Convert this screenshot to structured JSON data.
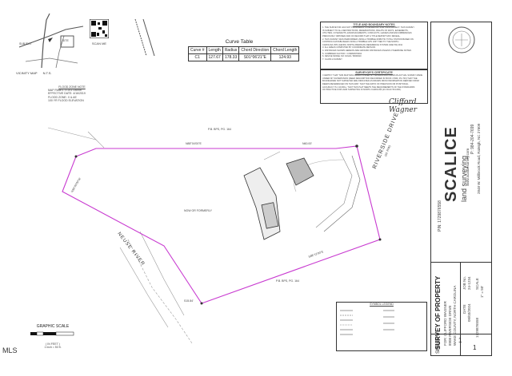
{
  "vicinity": {
    "label": "VICINITY MAP",
    "scale": "N.T.S.",
    "site": "SITE",
    "road": "SUBJECT"
  },
  "qr": {
    "label": "SCAN ME"
  },
  "flood": {
    "title": "FLOOD ZONE NOTE",
    "lines": [
      "MAP PANEL 3720172600K",
      "EFFECTIVE DATE: 4/16/2019",
      "FLOOD ZONE: X & AE",
      "100 YR FLOOD ELEVATION"
    ]
  },
  "curve_table": {
    "title": "Curve Table",
    "headers": [
      "Curve #",
      "Length",
      "Radius",
      "Chord Direction",
      "Chord Length"
    ],
    "rows": [
      [
        "C1",
        "127.67",
        "178.33",
        "S01°06'21\"E",
        "124.93"
      ]
    ]
  },
  "notes": {
    "title": "TITLE AND BOUNDARY NOTES",
    "lines": [
      "1. THE SURVEYOR HAS NOT PROVIDED A TITLE REPORT FOR THIS PROJECT. THIS SURVEY",
      "IS SUBJECT TO ALL RESTRICTIONS, RESERVATIONS, RIGHTS OF WAYS, EASEMENTS,",
      "UTILITIES, COVENANTS, ENCROACHMENTS, CONFLICTS, LEASES AND ENCUMBRANCES",
      "PREVIOUSLY IMPOSED AND OF RECORD THAT A TITLE REPORT MAY REVEAL.",
      "2. THIS SURVEY WAS PERFORMED USING A TRIMBLE ROBOTIC TOTAL STATION BASED ON",
      "CONTROLS ESTABLISHED USING A TRIMBLE GPS UNIT TIED TO THE NORTH",
      "CAROLINA VRS (GEOID) NORTH AMERICAN REFERENCE SYSTEM (NAD 83) 2011",
      "3. ALL AREAS COMPUTED BY COORDINATE METHOD.",
      "4. DISTANCES SHOWN HEREON ARE GROUND DISTANCES UNLESS OTHERWISE NOTED.",
      "5. COMBINED FACTOR = 0.99994579004",
      "6. DEVICE MODEL NO: R2x40 / 8000D10",
      "7. CLASS A SURVEY"
    ]
  },
  "certificate": {
    "title": "SURVEYOR'S CERTIFICATE",
    "lines": [
      "I CERTIFY THAT THIS MAP WAS DRAWN UNDER MY SUPERVISION FROM AN ACTUAL SURVEY MADE",
      "UNDER MY SUPERVISION (DEED DESCRIPTION RECORDED IN BOOK 17960, PG 703) THAT THE",
      "BOUNDARIES NOT SURVEYED ARE INDICATED AS DRAWN FROM INFORMATION DERIVED FROM",
      "DEEDS REFERENCED ON THIS MAP; THAT THE RATIO OF PRECISION OR POSITIONAL",
      "ACCURACY IS 1:10,000+; THAT THIS PLAT MEETS THE REQUIREMENTS OF THE STANDARDS",
      "OF PRACTICE FOR LAND SURVEYING IN NORTH CAROLINA (21 NCAC 56.1600)."
    ]
  },
  "signature": {
    "name": "Clifford Wagner"
  },
  "map": {
    "road": "RIVERSIDE DRIVE",
    "road_sub": "(60' R/W)",
    "river": "NEUSE RIVER",
    "bearings": [
      "N88°04'00\"E",
      "N60.00'",
      "S88°12'00\"E",
      "N38°00'00\"W",
      "S15.84'"
    ],
    "labels": [
      "P.B. BPS, PG. 164",
      "NOW OR FORMERLY",
      "P.B. BPS, PG. 164",
      "PIN: 1729876558"
    ]
  },
  "company": {
    "name": "SCALICE",
    "sub": "land surveying",
    "address": "2848 W. Millbrook Road, Raleigh, NC 27609",
    "phone": "P: 984-204-7699",
    "web": "www.scalicesurvey.com"
  },
  "sheet": {
    "title": "SURVEY OF PROPERTY",
    "owner": "FOR: CLIFFORD WAGNER",
    "address": "8908 RIVERSIDE DRIVE",
    "location": "WAKE COUNTY, NORTH CAROLINA",
    "pin": "1729876558",
    "job_label": "JOB No.",
    "job": "24-1234",
    "date_label": "DATE",
    "date": "09/03/2024",
    "scale_label": "SCALE",
    "scale": "1\" = 50'",
    "sheet_label": "SHEET",
    "sheet_no": "1",
    "sheet_of": "1"
  },
  "legend": {
    "title": "SYMBOL LEGEND"
  },
  "graphic_scale": {
    "label": "GRAPHIC SCALE",
    "unit": "( IN FEET )",
    "ratio": "1 inch = 50 ft."
  },
  "watermark": {
    "text": "MLS"
  },
  "colors": {
    "boundary": "#c83ad0",
    "line": "#333333",
    "faint": "#9a9a9a"
  }
}
